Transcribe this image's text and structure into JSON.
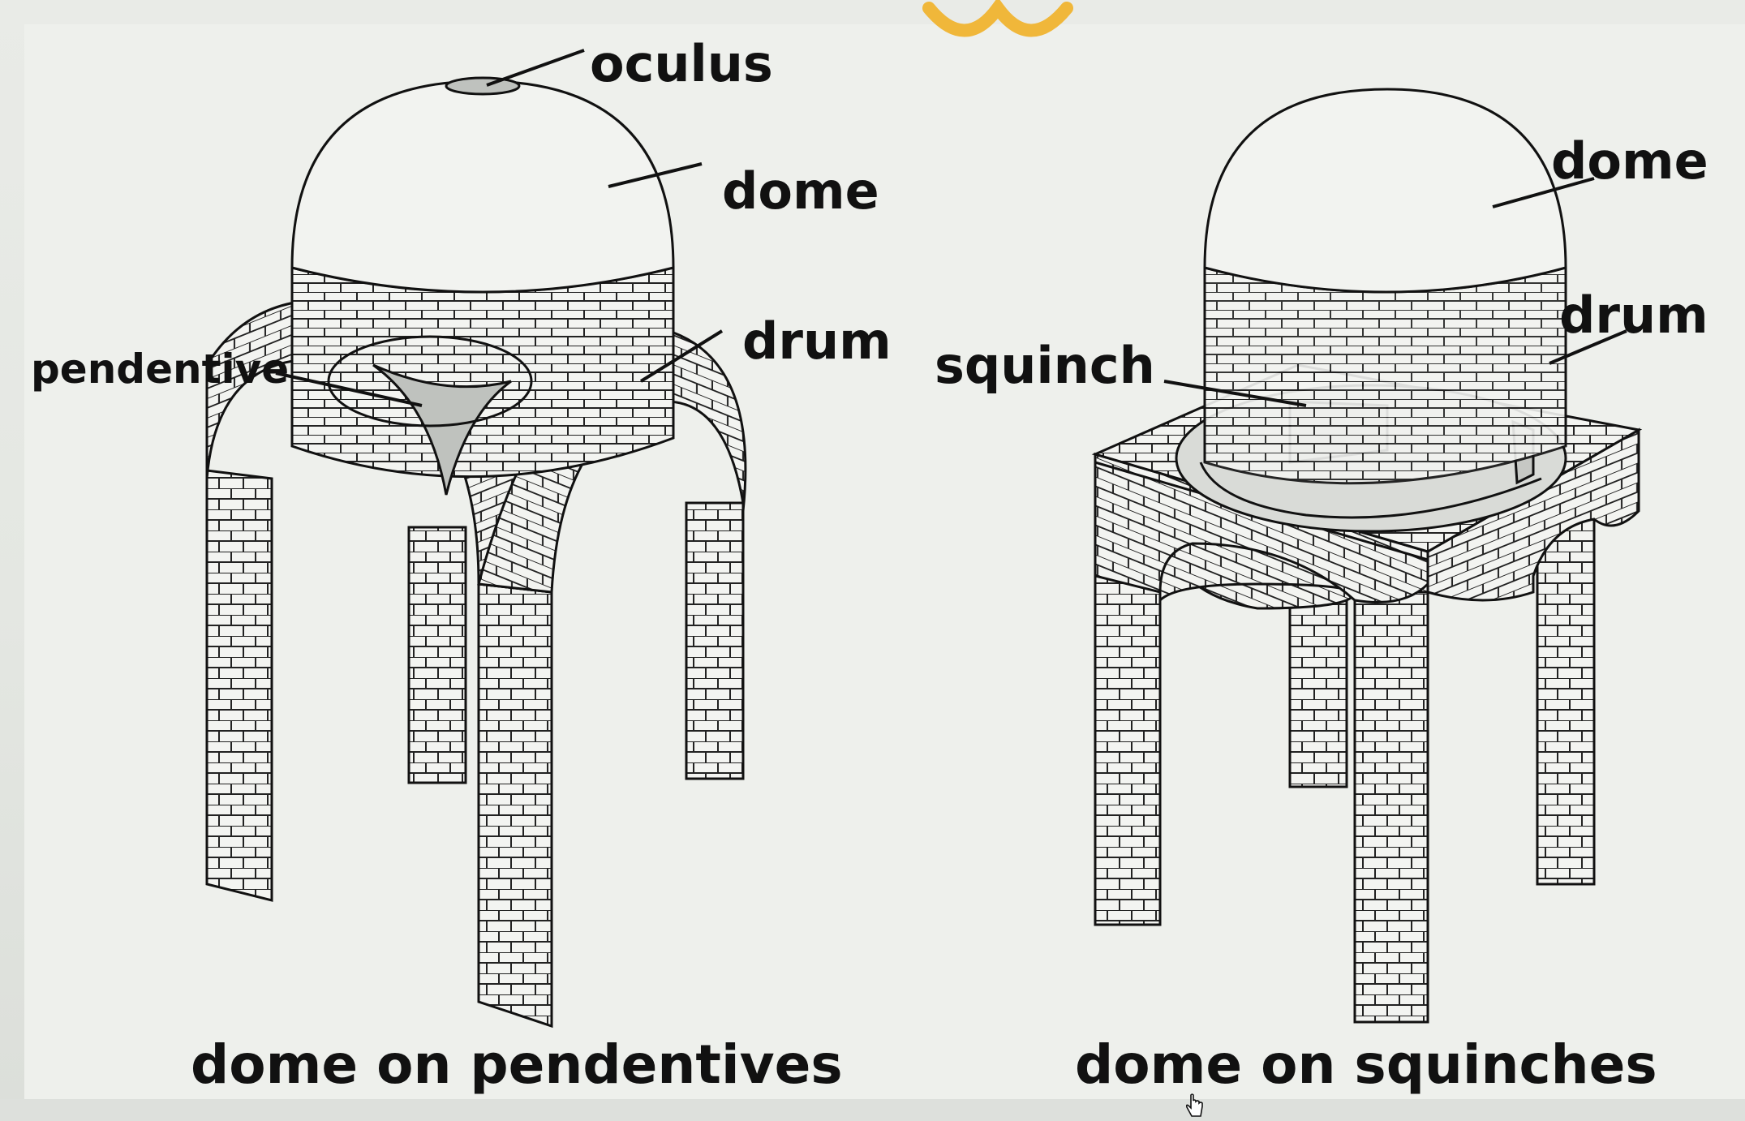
{
  "figure_left": {
    "labels": {
      "oculus": "oculus",
      "dome": "dome",
      "drum": "drum",
      "pendentive": "pendentive"
    },
    "caption": "dome on pendentives"
  },
  "figure_right": {
    "labels": {
      "dome": "dome",
      "drum": "drum",
      "squinch": "squinch"
    },
    "caption": "dome on squinches"
  },
  "colors": {
    "background": "#eef0ec",
    "ink": "#111111",
    "logo_accent": "#f0b73a"
  },
  "icons": [
    "hand-cursor-icon"
  ]
}
